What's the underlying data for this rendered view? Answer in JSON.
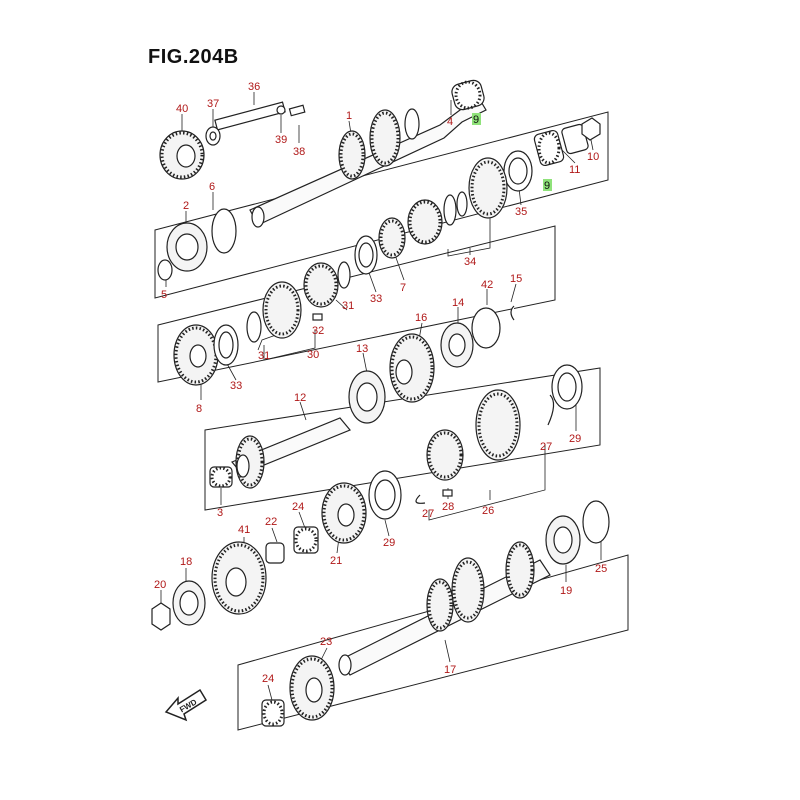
{
  "figure": {
    "title": "FIG.204B"
  },
  "parts": {
    "p1": "1",
    "p2": "2",
    "p3": "3",
    "p4": "4",
    "p5": "5",
    "p6": "6",
    "p7": "7",
    "p8": "8",
    "p9a": "9",
    "p9b": "9",
    "p10": "10",
    "p11": "11",
    "p12": "12",
    "p13": "13",
    "p14": "14",
    "p15": "15",
    "p16": "16",
    "p17": "17",
    "p18": "18",
    "p19": "19",
    "p20": "20",
    "p21": "21",
    "p22": "22",
    "p23": "23",
    "p24a": "24",
    "p24b": "24",
    "p25": "25",
    "p26": "26",
    "p27a": "27",
    "p27b": "27",
    "p28": "28",
    "p29a": "29",
    "p29b": "29",
    "p30": "30",
    "p31a": "31",
    "p31b": "31",
    "p32": "32",
    "p33a": "33",
    "p33b": "33",
    "p34": "34",
    "p35": "35",
    "p36": "36",
    "p37": "37",
    "p38": "38",
    "p39": "39",
    "p40": "40",
    "p41": "41",
    "p42": "42"
  },
  "fwd_arrow": {
    "label": "FWD",
    "icon": "fwd-arrow-icon"
  },
  "colors": {
    "callout": "#b01818",
    "highlight": "#8fe27a",
    "line": "#222222"
  }
}
